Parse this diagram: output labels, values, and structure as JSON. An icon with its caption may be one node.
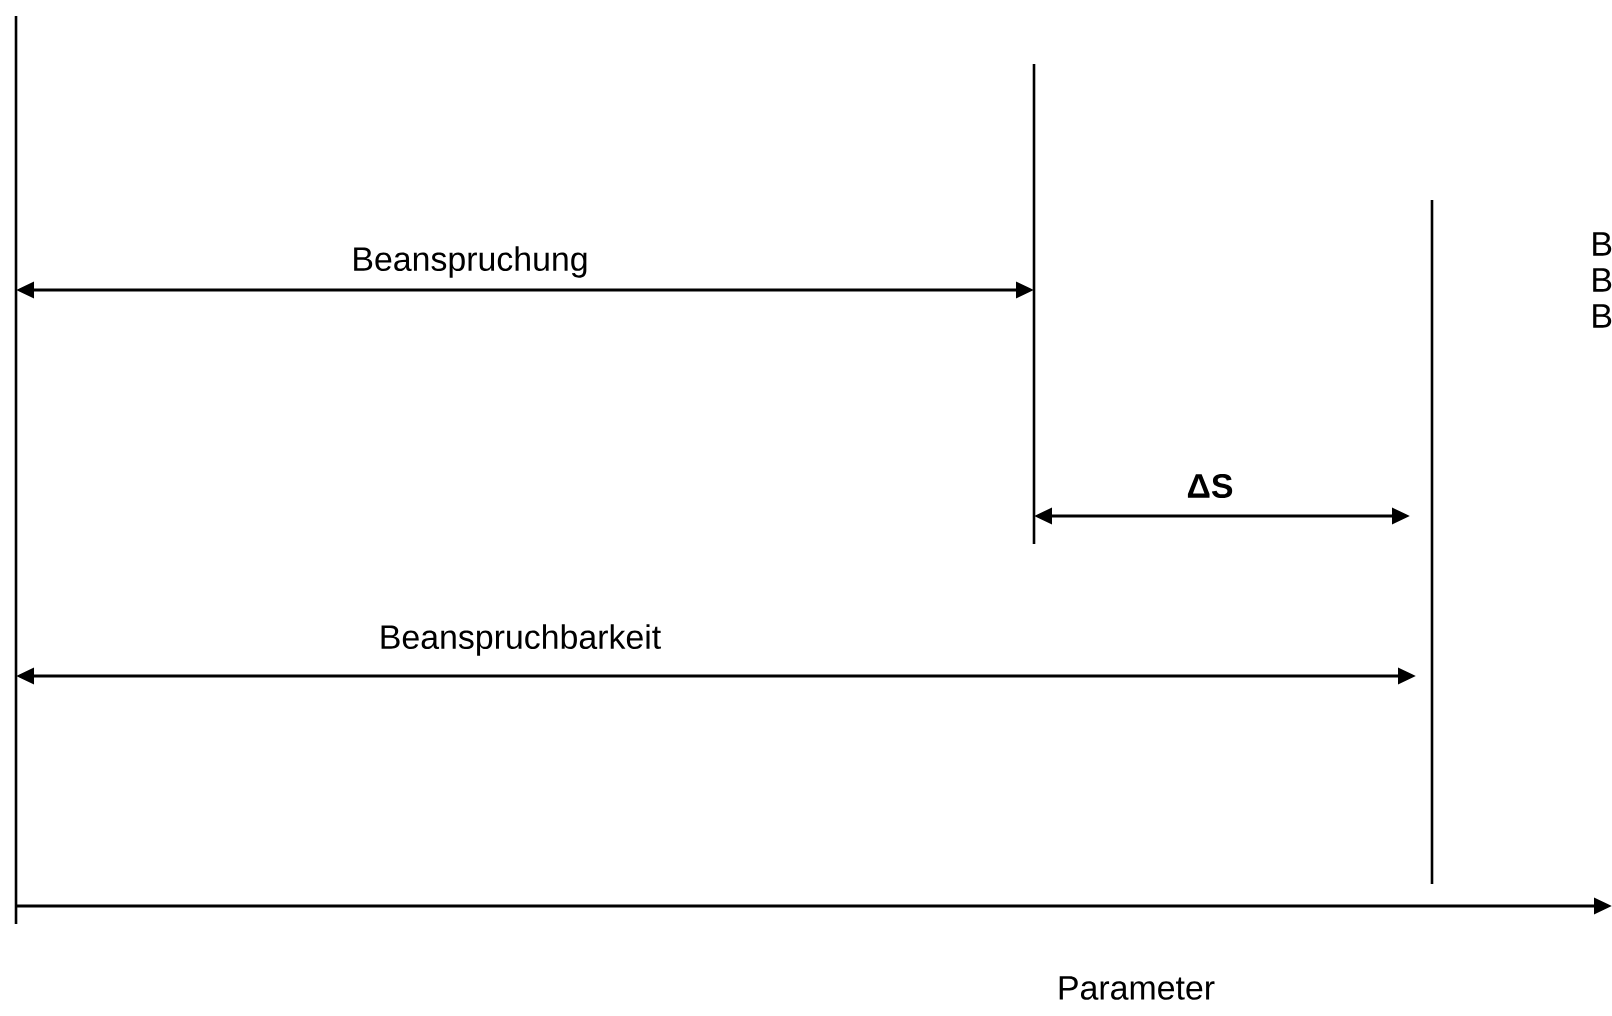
{
  "diagram": {
    "labels": [
      "Beanspruchung",
      "B",
      "B",
      "ΔS",
      "B",
      "Beanspruchbarkeit",
      "Parameter"
    ]
  }
}
